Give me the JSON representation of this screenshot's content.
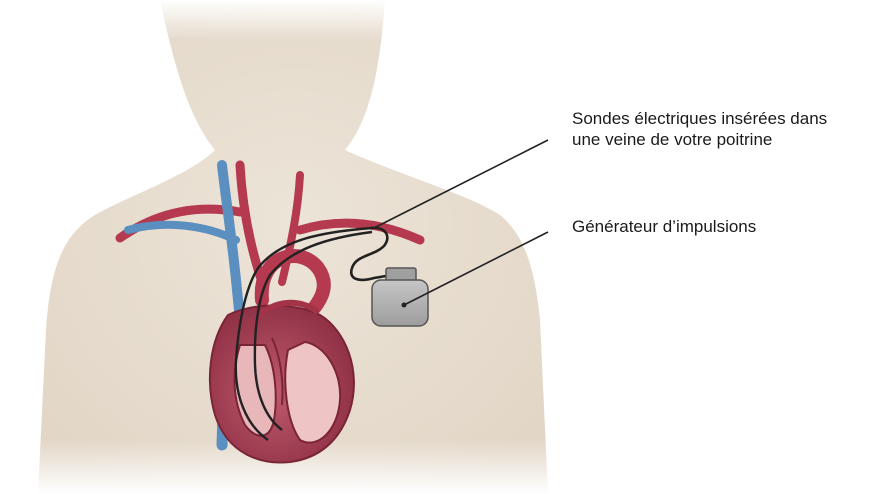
{
  "labels": {
    "leads": {
      "line1": "Sondes électriques insérées dans",
      "line2": "une veine de votre poitrine"
    },
    "generator": "Générateur d’impulsions"
  },
  "colors": {
    "skin": "#e6dccf",
    "artery": "#b5394f",
    "vein": "#5b8fc0",
    "device": "#b3b3b3",
    "lead_wire": "#222222"
  },
  "icons": {
    "body": "torso-silhouette-icon",
    "heart": "heart-cross-section-icon",
    "device": "pacemaker-generator-icon"
  }
}
